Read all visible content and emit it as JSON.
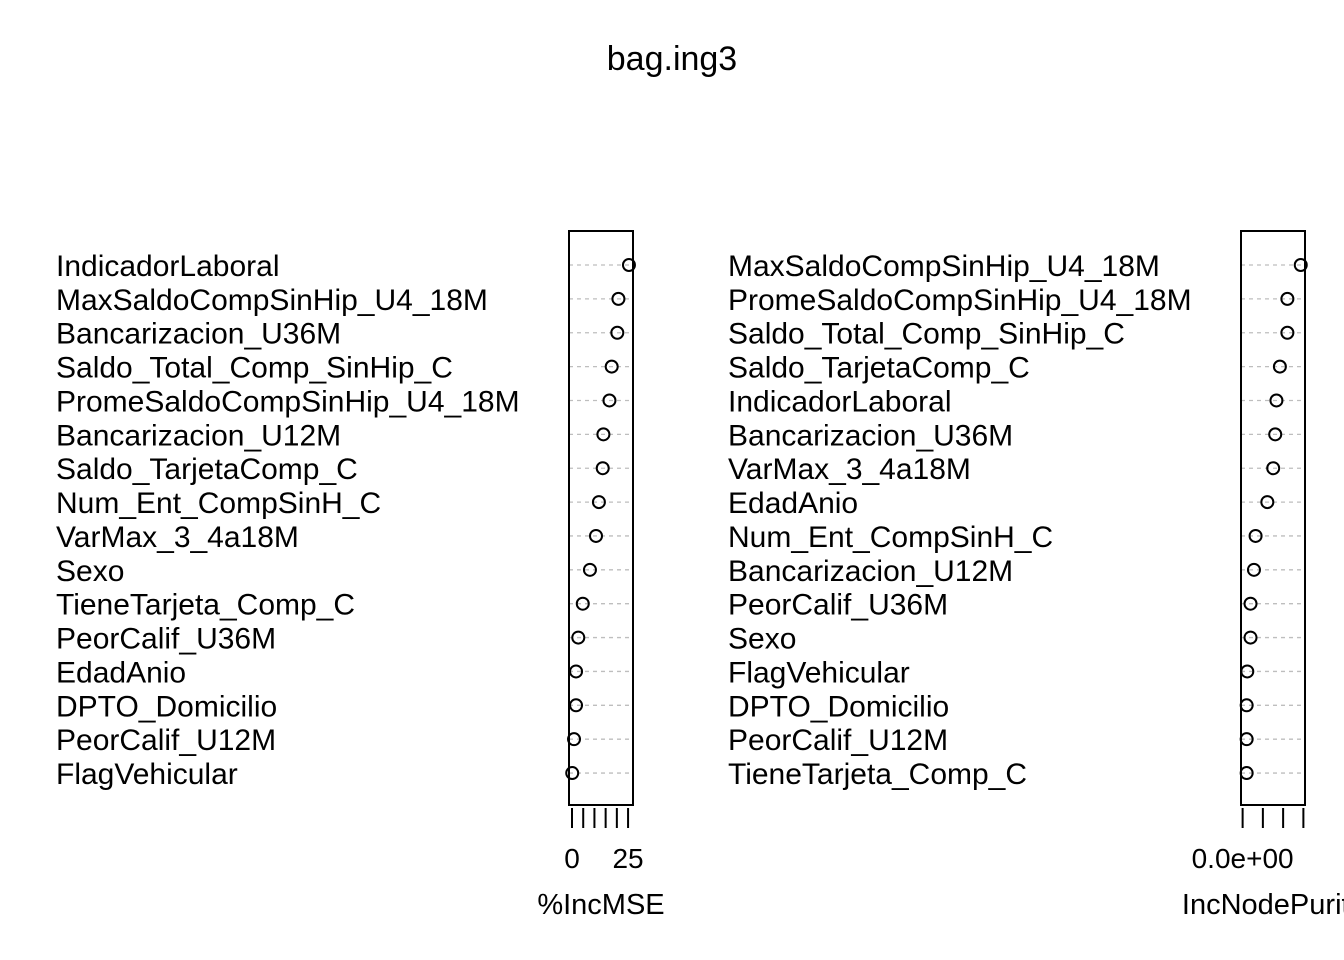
{
  "chart_data": [
    {
      "type": "scatter",
      "title": "bag.ing3",
      "xlabel": "%IncMSE",
      "xlim": [
        -1.34,
        27.2
      ],
      "ticks": [
        0,
        5,
        10,
        15,
        20,
        25
      ],
      "tick_labels": [
        {
          "value": 0,
          "label": "0"
        },
        {
          "value": 25,
          "label": "25"
        }
      ],
      "categories": [
        "IndicadorLaboral",
        "MaxSaldoCompSinHip_U4_18M",
        "Bancarizacion_U36M",
        "Saldo_Total_Comp_SinHip_C",
        "PromeSaldoCompSinHip_U4_18M",
        "Bancarizacion_U12M",
        "Saldo_TarjetaComp_C",
        "Num_Ent_CompSinH_C",
        "VarMax_3_4a18M",
        "Sexo",
        "TieneTarjeta_Comp_C",
        "PeorCalif_U36M",
        "EdadAnio",
        "DPTO_Domicilio",
        "PeorCalif_U12M",
        "FlagVehicular"
      ],
      "values": [
        25.4,
        20.7,
        20.2,
        17.7,
        16.7,
        14.0,
        13.7,
        12.0,
        10.7,
        8.0,
        4.8,
        2.8,
        1.8,
        1.8,
        0.9,
        0.1
      ]
    },
    {
      "type": "scatter",
      "xlabel": "IncNodePurity",
      "xlim": [
        -0.08,
        3.08
      ],
      "ticks": [
        0,
        1,
        2,
        3
      ],
      "tick_labels": [
        {
          "value": 0,
          "label": "0.0e+00"
        }
      ],
      "categories": [
        "MaxSaldoCompSinHip_U4_18M",
        "PromeSaldoCompSinHip_U4_18M",
        "Saldo_Total_Comp_SinHip_C",
        "Saldo_TarjetaComp_C",
        "IndicadorLaboral",
        "Bancarizacion_U36M",
        "VarMax_3_4a18M",
        "EdadAnio",
        "Num_Ent_CompSinH_C",
        "Bancarizacion_U12M",
        "PeorCalif_U36M",
        "Sexo",
        "FlagVehicular",
        "DPTO_Domicilio",
        "PeorCalif_U12M",
        "TieneTarjeta_Comp_C"
      ],
      "values": [
        2.87,
        2.21,
        2.21,
        1.84,
        1.67,
        1.61,
        1.51,
        1.22,
        0.64,
        0.56,
        0.39,
        0.39,
        0.23,
        0.2,
        0.2,
        0.2
      ]
    }
  ]
}
